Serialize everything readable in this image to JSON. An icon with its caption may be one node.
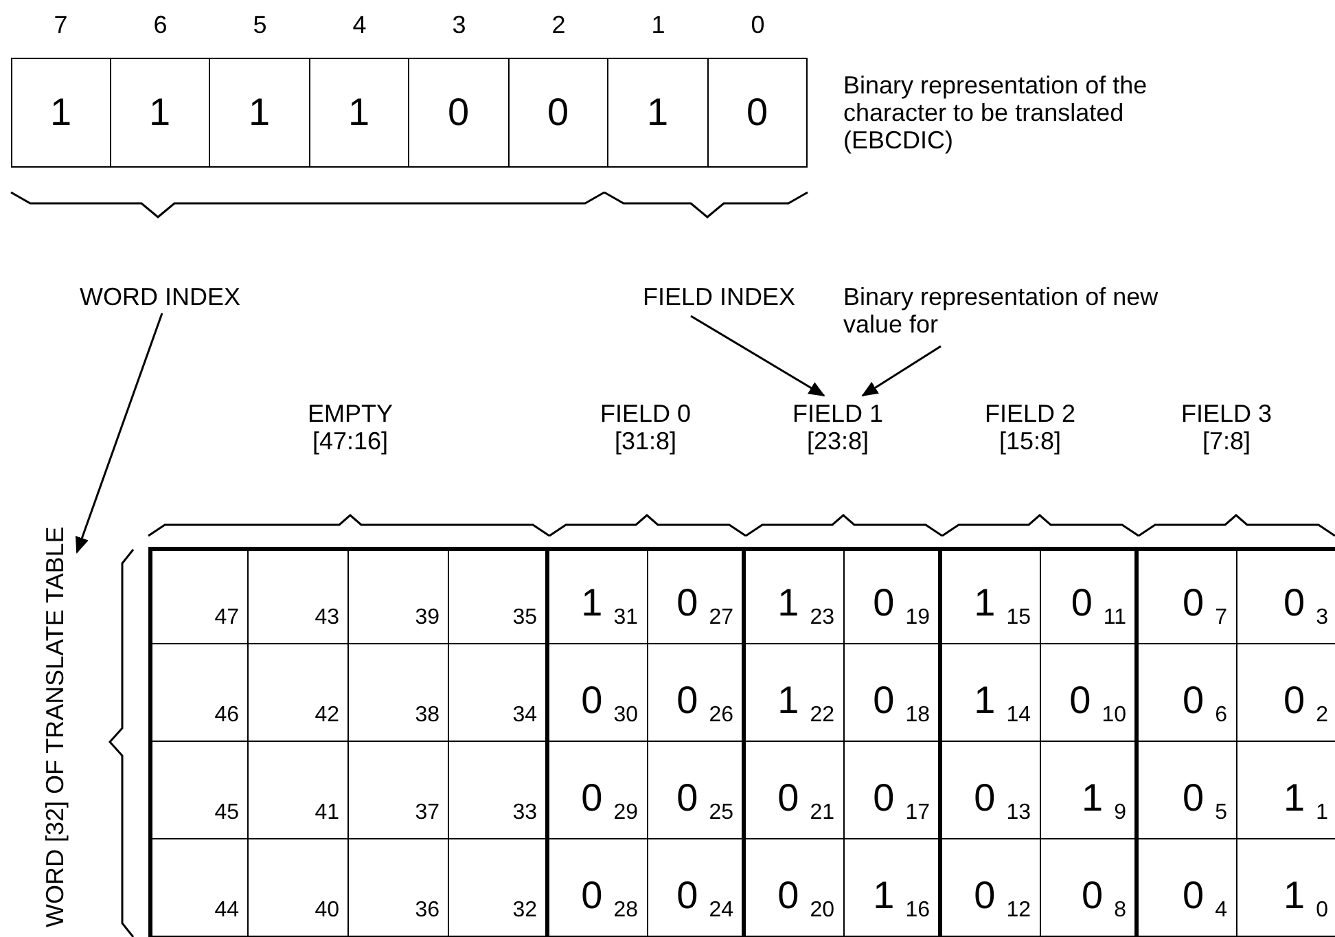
{
  "diagram": {
    "nodes": [
      {
        "text": [
          "WORD INDEX"
        ]
      },
      {
        "text": [
          "FIELD INDEX"
        ]
      },
      {
        "text": [
          "Binary representation of new value for"
        ]
      },
      {
        "text": [
          "FIELD 1 [23:8]"
        ]
      },
      {
        "text": [
          "WORD [32] OF TRANSLATE TABLE"
        ]
      }
    ],
    "edges": [
      {
        "from": 0,
        "to": 4,
        "arrow": "to"
      },
      {
        "from": 1,
        "to": 3,
        "arrow": "to"
      },
      {
        "from": 2,
        "to": 3,
        "arrow": "to"
      }
    ],
    "labels": [
      "7",
      "6",
      "5",
      "4",
      "3",
      "2",
      "1",
      "0",
      "1",
      "1",
      "1",
      "1",
      "0",
      "0",
      "1",
      "0",
      "Binary representation of the character to be translated (EBCDIC)",
      "EMPTY [47:16]",
      "FIELD 0 [31:8]",
      "FIELD 2 [15:8]",
      "FIELD 3 [7:8]",
      "47",
      "43",
      "39",
      "35",
      "1$_{31}$",
      "0$_{27}$",
      "1$_{23}$",
      "0$_{19}$",
      "1$_{15}$",
      "0$_{11}$",
      "0$_{7}$",
      "0$_{3}$",
      "46",
      "42",
      "38",
      "34",
      "0$_{30}$",
      "0$_{26}$",
      "1$_{22}$",
      "0$_{18}$",
      "1$_{14}$",
      "0$_{10}$",
      "0$_{6}$",
      "0$_{2}$",
      "45",
      "41",
      "37",
      "33",
      "0$_{29}$",
      "0$_{25}$",
      "0$_{21}$",
      "0$_{17}$",
      "0$_{13}$",
      "1$_{9}$",
      "0$_{5}$",
      "1$_{1}$",
      "44",
      "40",
      "36",
      "32",
      "0$_{28}$",
      "0$_{24}$",
      "0$_{20}$",
      "1$_{16}$",
      "0$_{12}$",
      "0$_{8}$",
      "0$_{4}$",
      "1$_{0}$"
    ]
  }
}
